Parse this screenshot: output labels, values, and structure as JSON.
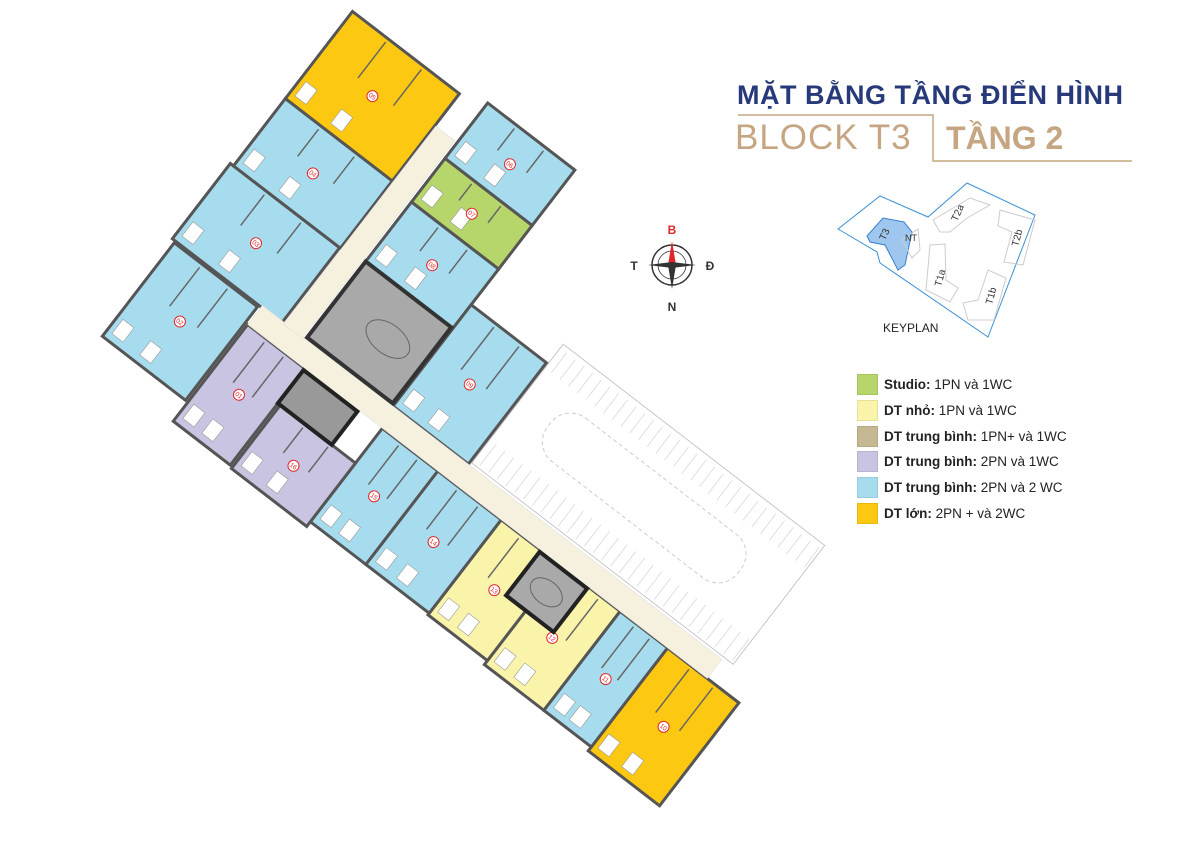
{
  "title": "MẶT BẰNG TẦNG ĐIỂN HÌNH",
  "block": "BLOCK T3",
  "floor": "TẦNG 2",
  "compass": {
    "north": "B",
    "south": "N",
    "west": "T",
    "east": "Đ"
  },
  "keyplan": {
    "label": "KEYPLAN",
    "buildings": [
      "T3",
      "NT",
      "T2a",
      "T1a",
      "T2b",
      "T1b"
    ]
  },
  "colors": {
    "studio": "#b6d56a",
    "small": "#faf4aa",
    "medium_1pn": "#c6b893",
    "medium_2pn_1wc": "#c8c4e1",
    "medium_2pn_2wc": "#a7dcee",
    "large": "#fdc811",
    "corridor": "#f6f0df",
    "core": "#a9a9a9",
    "title": "#27397a",
    "accent": "#c6a682"
  },
  "legend": [
    {
      "type": "studio",
      "name": "Studio:",
      "desc": " 1PN và 1WC"
    },
    {
      "type": "small",
      "name": "DT nhỏ:",
      "desc": " 1PN  và 1WC"
    },
    {
      "type": "medium_1pn",
      "name": "DT trung bình:",
      "desc": " 1PN+ và 1WC"
    },
    {
      "type": "medium_2pn_1wc",
      "name": "DT trung bình:",
      "desc": " 2PN và 1WC"
    },
    {
      "type": "medium_2pn_2wc",
      "name": "DT trung bình:",
      "desc": " 2PN và 2 WC"
    },
    {
      "type": "large",
      "name": "DT lớn:",
      "desc": " 2PN + và 2WC"
    }
  ],
  "units": [
    {
      "no": "01",
      "type": "medium_2pn_1wc"
    },
    {
      "no": "02",
      "type": "medium_2pn_2wc"
    },
    {
      "no": "03",
      "type": "medium_2pn_2wc"
    },
    {
      "no": "04",
      "type": "medium_2pn_2wc"
    },
    {
      "no": "05",
      "type": "large"
    },
    {
      "no": "06",
      "type": "medium_2pn_2wc"
    },
    {
      "no": "07",
      "type": "studio"
    },
    {
      "no": "08",
      "type": "medium_2pn_2wc"
    },
    {
      "no": "09",
      "type": "medium_2pn_2wc"
    },
    {
      "no": "10",
      "type": "large"
    },
    {
      "no": "11",
      "type": "medium_2pn_2wc"
    },
    {
      "no": "12",
      "type": "small"
    },
    {
      "no": "13",
      "type": "small"
    },
    {
      "no": "14",
      "type": "medium_2pn_2wc"
    },
    {
      "no": "15",
      "type": "medium_2pn_2wc"
    },
    {
      "no": "16",
      "type": "medium_2pn_1wc"
    }
  ]
}
